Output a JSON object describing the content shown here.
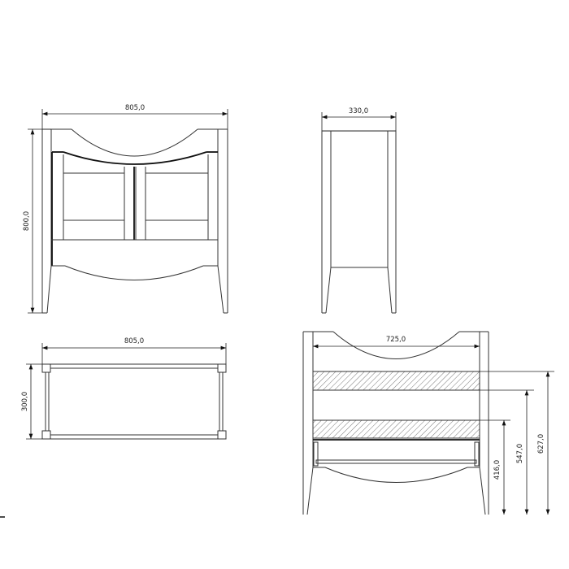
{
  "drawing": {
    "front_view": {
      "width_label": "805,0",
      "height_label": "800,0"
    },
    "side_view": {
      "depth_label": "330,0"
    },
    "top_view": {
      "width_label": "805,0",
      "depth_label": "300,0"
    },
    "section_view": {
      "inner_width_label": "725,0",
      "shelf_heights": [
        "627,0",
        "547,0",
        "416,0"
      ]
    }
  }
}
